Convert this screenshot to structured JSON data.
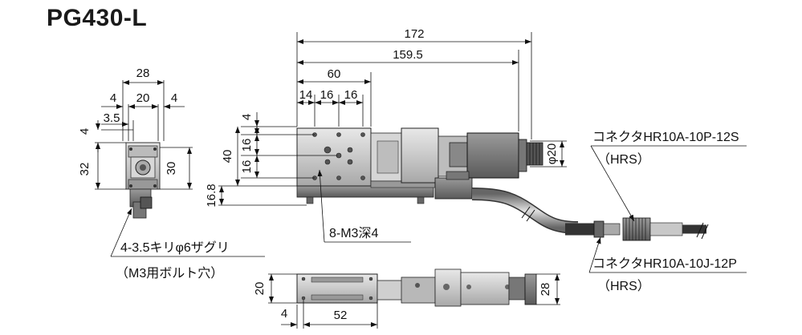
{
  "title": "PG430-L",
  "dimensions": {
    "total_length": "172",
    "length_159": "159.5",
    "table_length": "60",
    "pitch_a": "14",
    "pitch_b": "16",
    "pitch_c": "16",
    "side_width": "28",
    "side_4_left": "4",
    "side_20": "20",
    "side_4_right": "4",
    "side_3_5": "3.5",
    "side_4_top": "4",
    "side_32": "32",
    "side_30": "30",
    "front_4": "4",
    "front_16_a": "16",
    "front_40": "40",
    "front_16_b": "16",
    "front_16_8": "16.8",
    "connector_dia": "φ20",
    "bottom_20": "20",
    "bottom_4": "4",
    "bottom_52": "52",
    "bottom_28": "28"
  },
  "notes": {
    "connector_top_line1": "コネクタHR10A-10P-12S",
    "connector_top_line2": "（HRS）",
    "connector_bottom_line1": "コネクタHR10A-10J-12P",
    "connector_bottom_line2": "（HRS）",
    "tapped_holes": "8-M3深4",
    "mount_holes_line1": "4-3.5キリφ6ザグリ",
    "mount_holes_line2": "（M3用ボルト穴）"
  }
}
